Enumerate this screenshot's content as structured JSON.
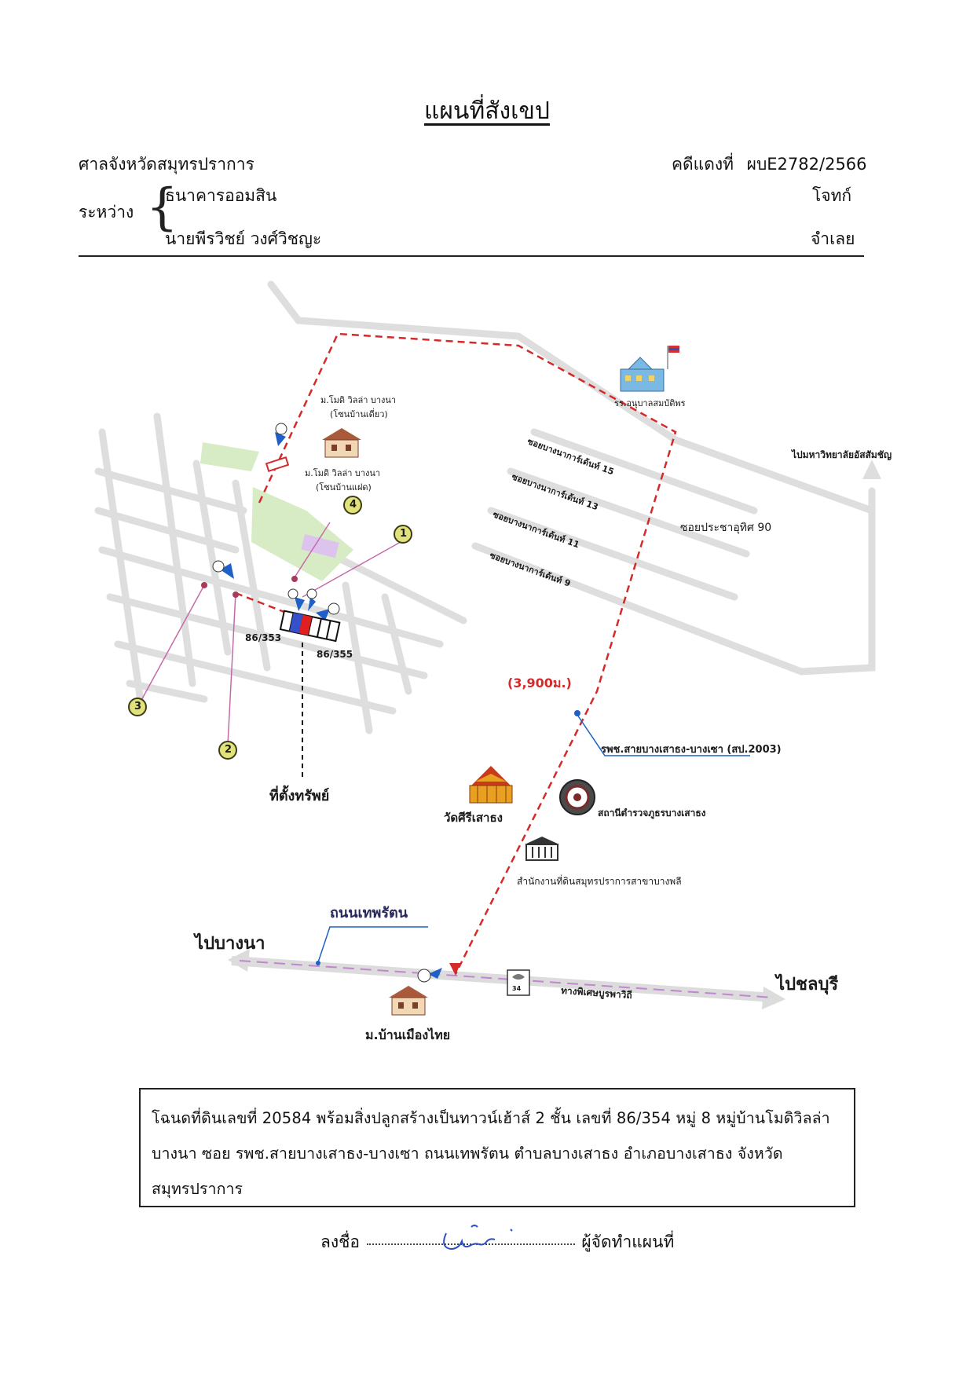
{
  "title": "แผนที่สังเขป",
  "header": {
    "court": "ศาลจังหวัดสมุทรปราการ",
    "case_label": "คดีแดงที่",
    "case_no": "ผบE2782/2566",
    "between": "ระหว่าง",
    "plaintiff": "ธนาคารออมสิน",
    "plaintiff_role": "โจทก์",
    "defendant": "นายพีรวิชย์  วงศ์วิชญะ",
    "defendant_role": "จำเลย"
  },
  "map": {
    "school": "รร.อนุบาลสมบัติพร",
    "to_university": "ไปมหาวิทยาลัยอัสสัมชัญ",
    "village_1": "ม.โมดิ วิลล่า บางนา",
    "village_1_sub": "(โซนบ้านเดี่ยว)",
    "village_2": "ม.โมดิ วิลล่า บางนา",
    "village_2_sub": "(โซนบ้านแฝด)",
    "soi_labels": [
      "ซอยบางนาการ์เด้นท์ 15",
      "ซอยบางนาการ์เด้นท์ 13",
      "ซอยบางนาการ์เด้นท์ 11",
      "ซอยบางนาการ์เด้นท์ 9"
    ],
    "soi_prachauthit": "ซอยประชาอุทิศ 90",
    "plot_left": "86/353",
    "plot_right": "86/355",
    "distance": "(3,900ม.)",
    "hospital_road": "รพช.สายบางเสาธง-บางเซา (สป.2003)",
    "property": "ที่ตั้งทรัพย์",
    "temple": "วัดศีรีเสาธง",
    "police": "สถานีตำรวจภูธรบางเสาธง",
    "land_office": "สำนักงานที่ดินสมุทรปราการสาขาบางพลี",
    "road_thepharak": "ถนนเทพรัตน",
    "to_bangna": "ไปบางนา",
    "to_chonburi": "ไปชลบุรี",
    "motorway": "ทางพิเศษบูรพาวิถี",
    "village_3": "ม.บ้านเมืองไทย",
    "route_no": "34",
    "markers": [
      "1",
      "2",
      "3",
      "4"
    ],
    "colors": {
      "route": "#d42a2a",
      "road": "#dcdcdc",
      "marker_fill": "#e2e27a",
      "pin": "#1f5fc8",
      "highway": "#d7b0e0"
    }
  },
  "description": {
    "line1": "โฉนดที่ดินเลขที่ 20584  พร้อมสิ่งปลูกสร้างเป็นทาวน์เฮ้าส์ 2 ชั้น เลขที่ 86/354 หมู่ 8 หมู่บ้านโมดิวิลล่า",
    "line2": "บางนา  ซอย รพช.สายบางเสาธง-บางเซา  ถนนเทพรัตน  ตำบลบางเสาธง  อำเภอบางเสาธง  จังหวัด",
    "line3": "สมุทรปราการ"
  },
  "signature": {
    "label": "ลงชื่อ",
    "role": "ผู้จัดทำแผนที่"
  }
}
